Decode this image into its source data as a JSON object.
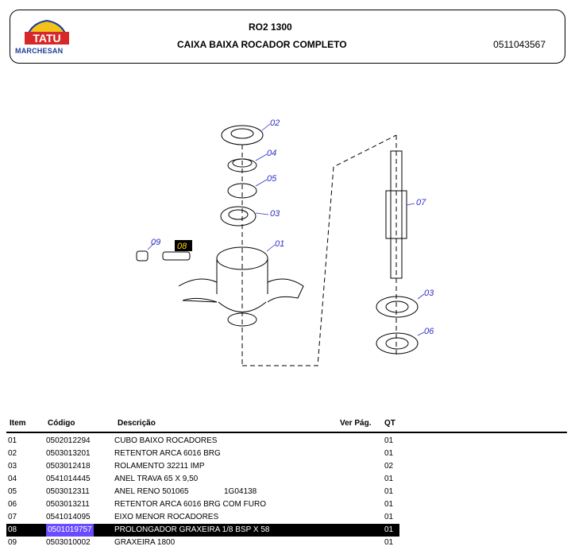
{
  "header": {
    "logo_top": "TATU",
    "logo_bottom": "MARCHESAN",
    "model": "RO2 1300",
    "title": "CAIXA BAIXA ROCADOR COMPLETO",
    "code": "0511043567"
  },
  "diagram": {
    "callouts": [
      "02",
      "04",
      "05",
      "03",
      "01",
      "09",
      "08",
      "07",
      "03",
      "06"
    ],
    "highlight": "08"
  },
  "table": {
    "headers": {
      "item": "Item",
      "code": "Código",
      "desc": "Descrição",
      "page": "Ver Pág.",
      "qt": "QT"
    },
    "rows": [
      {
        "item": "01",
        "code": "0502012294",
        "desc": "CUBO BAIXO ROCADORES",
        "extra": "",
        "qt": "01"
      },
      {
        "item": "02",
        "code": "0503013201",
        "desc": "RETENTOR ARCA 6016 BRG",
        "extra": "",
        "qt": "01"
      },
      {
        "item": "03",
        "code": "0503012418",
        "desc": "ROLAMENTO 32211 IMP",
        "extra": "",
        "qt": "02"
      },
      {
        "item": "04",
        "code": "0541014445",
        "desc": "ANEL TRAVA 65 X 9,50",
        "extra": "",
        "qt": "01"
      },
      {
        "item": "05",
        "code": "0503012311",
        "desc": "ANEL RENO 501065",
        "extra": "1G04138",
        "qt": "01"
      },
      {
        "item": "06",
        "code": "0503013211",
        "desc": "RETENTOR ARCA 6016 BRG COM FURO",
        "extra": "",
        "qt": "01"
      },
      {
        "item": "07",
        "code": "0541014095",
        "desc": "EIXO MENOR ROCADORES",
        "extra": "",
        "qt": "01"
      },
      {
        "item": "08",
        "code": "0501019757",
        "desc": "PROLONGADOR GRAXEIRA 1/8 BSP X 58",
        "extra": "",
        "qt": "01"
      },
      {
        "item": "09",
        "code": "0503010002",
        "desc": "GRAXEIRA 1800",
        "extra": "",
        "qt": "01"
      }
    ]
  }
}
